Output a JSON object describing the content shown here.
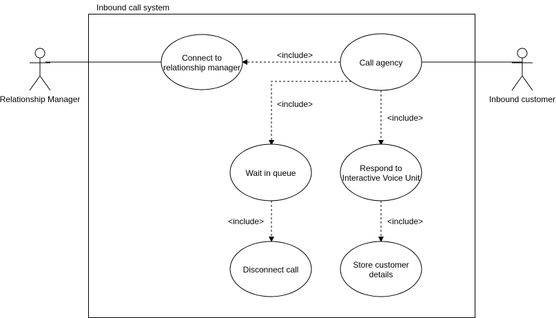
{
  "system": {
    "title": "Inbound call system"
  },
  "actors": {
    "left": {
      "name": "Relationship Manager"
    },
    "right": {
      "name": "Inbound customer"
    }
  },
  "use_cases": {
    "connect": {
      "line1": "Connect to",
      "line2": "relationship manager"
    },
    "call_agency": {
      "line1": "Call agency"
    },
    "wait": {
      "line1": "Wait in queue"
    },
    "respond": {
      "line1": "Respond to",
      "line2": "Interactive Voice Unit"
    },
    "disconnect": {
      "line1": "Disconnect call"
    },
    "store": {
      "line1": "Store customer",
      "line2": "details"
    }
  },
  "relations": {
    "include_connect": "<include>",
    "include_wait": "<include>",
    "include_respond": "<include>",
    "include_disconnect": "<include>",
    "include_store": "<include>"
  }
}
